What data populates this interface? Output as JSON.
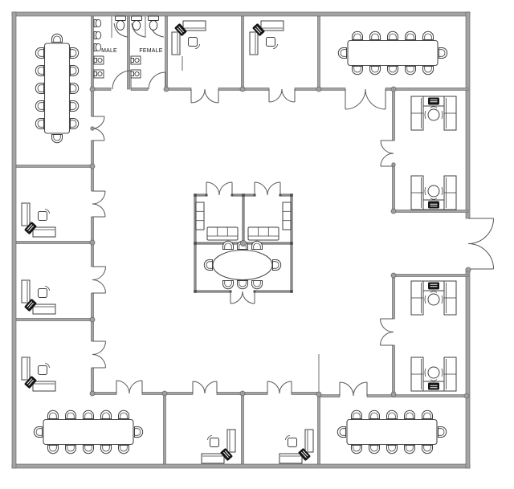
{
  "plan": {
    "labels": {
      "male": "MALE",
      "female": "FEMALE"
    },
    "colors": {
      "wall": "#a3a3a3",
      "wall_edge": "#6e6e6e",
      "central_wall": "#8d8d8d",
      "furniture_outline": "#3f3f3f",
      "door_swing": "#565656",
      "computer_fill": "#151515",
      "background": "#ffffff",
      "text": "#111111"
    },
    "rooms": [
      {
        "name": "conference-room-top-left",
        "furniture": "vertical conference table, 12 chairs"
      },
      {
        "name": "male-restroom",
        "label": "MALE",
        "fixtures": "3 urinals, 1 toilet stall, 2 sinks"
      },
      {
        "name": "female-restroom",
        "label": "FEMALE",
        "fixtures": "2 toilet stalls, 2 sinks"
      },
      {
        "name": "office-top-1",
        "furniture": "L-shaped desk, computer, task chair"
      },
      {
        "name": "office-top-2",
        "furniture": "L-shaped desk, computer, task chair"
      },
      {
        "name": "conference-room-top-right",
        "furniture": "horizontal conference table, 12 chairs"
      },
      {
        "name": "workstation-room-right-upper",
        "furniture": "2 cubicle workstations with chairs and computers"
      },
      {
        "name": "workstation-room-right-lower",
        "furniture": "2 cubicle workstations with chairs and computers"
      },
      {
        "name": "office-left-1",
        "furniture": "L-shaped desk, computer, task chair"
      },
      {
        "name": "office-left-2",
        "furniture": "L-shaped desk, computer, task chair"
      },
      {
        "name": "office-left-3",
        "furniture": "L-shaped desk, computer, task chair"
      },
      {
        "name": "conference-room-bottom-left",
        "furniture": "horizontal conference table, 12 chairs"
      },
      {
        "name": "office-bottom-1",
        "furniture": "L-shaped desk, computer, task chair"
      },
      {
        "name": "office-bottom-2",
        "furniture": "L-shaped desk, computer, task chair"
      },
      {
        "name": "conference-room-bottom-right",
        "furniture": "horizontal conference table, 12 chairs"
      },
      {
        "name": "lounge-left",
        "furniture": "sofa, bookshelf"
      },
      {
        "name": "lounge-right",
        "furniture": "sofa, bookshelf"
      },
      {
        "name": "meeting-room-center",
        "furniture": "oval table, 8 chairs"
      },
      {
        "name": "main-entrance",
        "type": "double door on right exterior wall"
      }
    ]
  }
}
